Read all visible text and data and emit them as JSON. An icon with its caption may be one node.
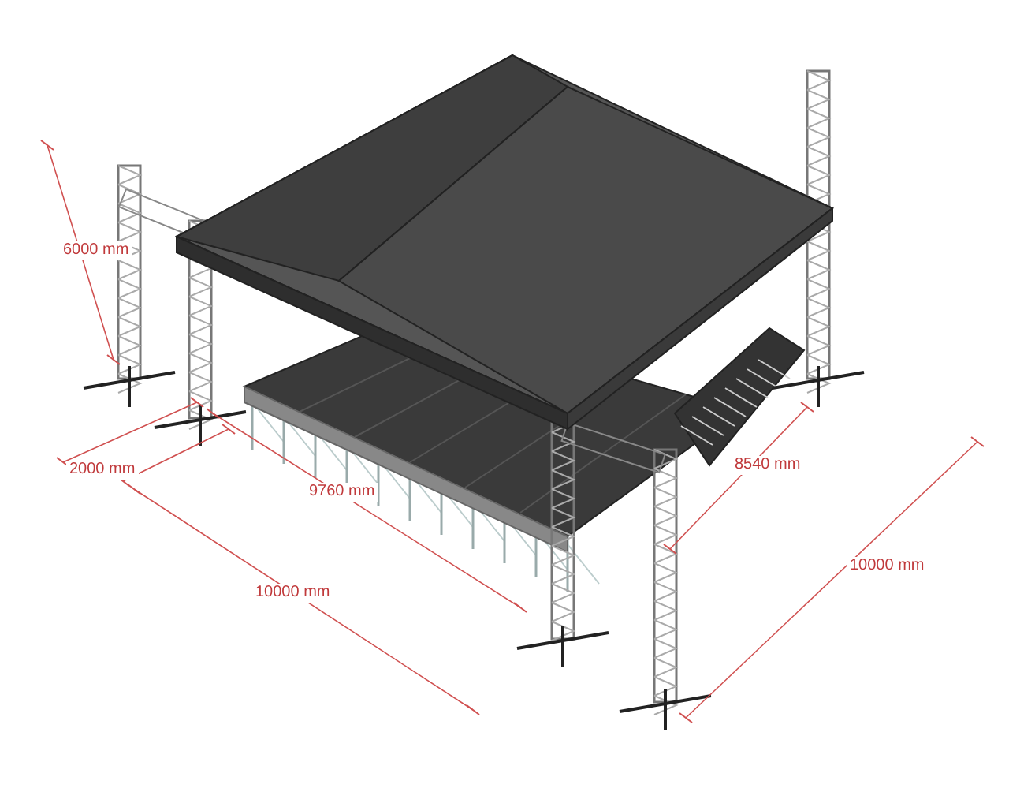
{
  "diagram": {
    "labels": [
      "6000 mm",
      "2000 mm",
      "9760 mm",
      "8540 mm",
      "10000 mm",
      "10000 mm"
    ]
  }
}
